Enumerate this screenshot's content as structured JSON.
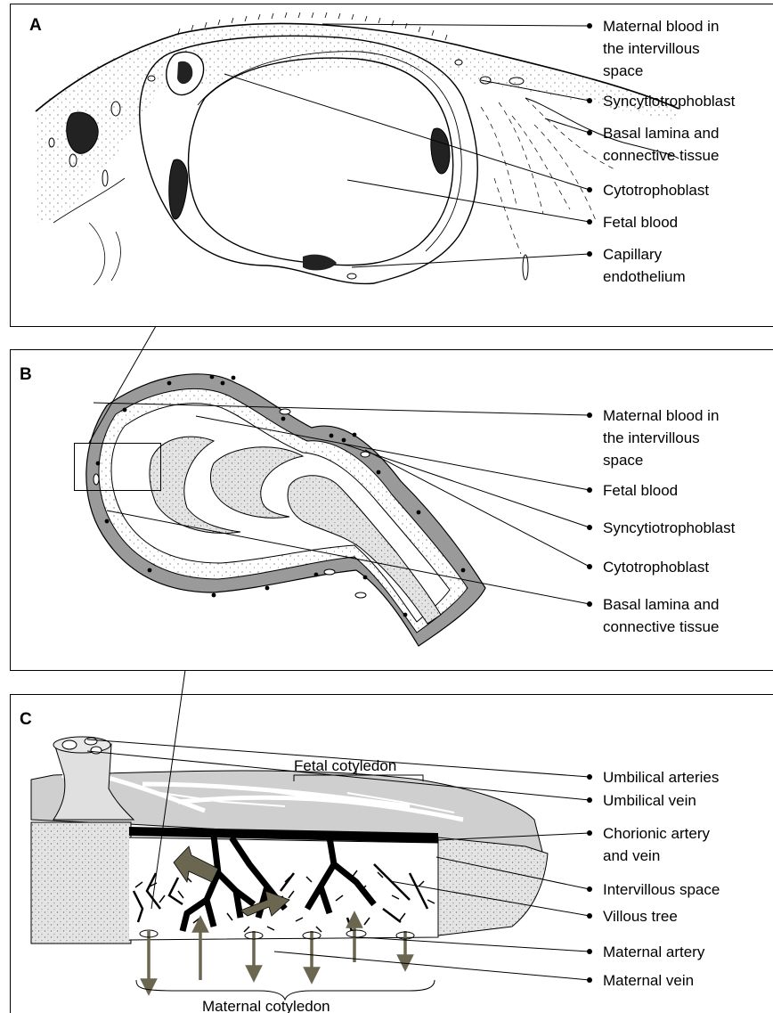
{
  "panels": {
    "a": {
      "label": "A",
      "labels": {
        "maternal_blood": [
          "Maternal blood in",
          "the intervillous",
          "space"
        ],
        "syncytiotrophoblast": [
          "Syncytiotrophoblast"
        ],
        "basal_lamina": [
          "Basal lamina and",
          "connective tissue"
        ],
        "cytotrophoblast": [
          "Cytotrophoblast"
        ],
        "fetal_blood": [
          "Fetal blood"
        ],
        "capillary_endothelium": [
          "Capillary",
          "endothelium"
        ]
      }
    },
    "b": {
      "label": "B",
      "labels": {
        "maternal_blood": [
          "Maternal blood in",
          "the intervillous",
          "space"
        ],
        "fetal_blood": [
          "Fetal blood"
        ],
        "syncytiotrophoblast": [
          "Syncytiotrophoblast"
        ],
        "cytotrophoblast": [
          "Cytotrophoblast"
        ],
        "basal_lamina": [
          "Basal lamina and",
          "connective tissue"
        ]
      }
    },
    "c": {
      "label": "C",
      "fetal_cotyledon": "Fetal cotyledon",
      "maternal_cotyledon": "Maternal cotyledon",
      "labels": {
        "umbilical_arteries": [
          "Umbilical arteries"
        ],
        "umbilical_vein": [
          "Umbilical vein"
        ],
        "chorionic_vessels": [
          "Chorionic artery",
          "and vein"
        ],
        "intervillous_space": [
          "Intervillous space"
        ],
        "villous_tree": [
          "Villous tree"
        ],
        "maternal_artery": [
          "Maternal artery"
        ],
        "maternal_vein": [
          "Maternal vein"
        ]
      }
    }
  },
  "colors": {
    "ink": "#000000",
    "membrane_gray": "#9a9a9a",
    "stipple_gray": "#d9d9d9",
    "vessel_olive": "#6b6650",
    "chorion_gray": "#cfcfcf"
  }
}
